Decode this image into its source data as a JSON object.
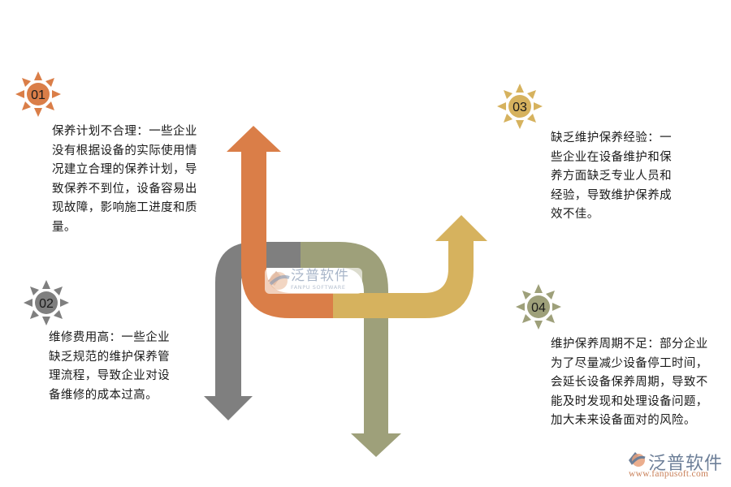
{
  "items": [
    {
      "num": "01",
      "title": "保养计划不合理",
      "lines": [
        "保养计划不合理：一些企业",
        "没有根据设备的实际使用情",
        "况建立合理的保养计划，导",
        "致保养不到位，设备容易出",
        "现故障，影响施工进度和质",
        "量。"
      ],
      "color": "#DA7E48"
    },
    {
      "num": "02",
      "title": "维修费用高",
      "lines": [
        "维修费用高：一些企业",
        "缺乏规范的维护保养管",
        "理流程，导致企业对设",
        "备维修的成本过高。"
      ],
      "color": "#7F7F7F"
    },
    {
      "num": "03",
      "title": "缺乏维护保养经验",
      "lines": [
        "缺乏维护保养经验：一",
        "些企业在设备维护和保",
        "养方面缺乏专业人员和",
        "经验，导致维护保养成",
        "效不佳。"
      ],
      "color": "#D6B25E"
    },
    {
      "num": "04",
      "title": "维护保养周期不足",
      "lines": [
        "维护保养周期不足：部分企业",
        "为了尽量减少设备停工时间，",
        "会延长设备保养周期，导致不",
        "能及时发现和处理设备问题，",
        "加大未来设备面对的风险。"
      ],
      "color": "#9EA07A"
    }
  ],
  "watermark": {
    "cn": "泛普软件",
    "en": "FANPU SOFTWARE"
  },
  "logo": {
    "cn": "泛普软件",
    "url": "www.fanpusoft.com"
  }
}
